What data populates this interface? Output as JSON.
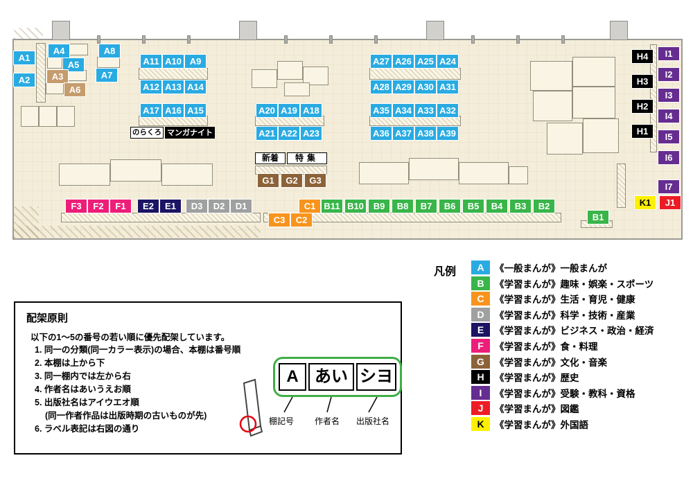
{
  "colors": {
    "a": {
      "bg": "#29abe2",
      "fg": "#ffffff"
    },
    "b": {
      "bg": "#39b54a",
      "fg": "#ffffff"
    },
    "c": {
      "bg": "#f7941d",
      "fg": "#ffffff"
    },
    "d": {
      "bg": "#9fa0a0",
      "fg": "#ffffff"
    },
    "e": {
      "bg": "#1b1464",
      "fg": "#ffffff"
    },
    "f": {
      "bg": "#ed1e79",
      "fg": "#ffffff"
    },
    "g": {
      "bg": "#8c6239",
      "fg": "#ffffff"
    },
    "h": {
      "bg": "#000000",
      "fg": "#ffffff"
    },
    "i": {
      "bg": "#662d91",
      "fg": "#ffffff"
    },
    "j": {
      "bg": "#ed1c24",
      "fg": "#ffffff"
    },
    "k": {
      "bg": "#fff000",
      "fg": "#000000"
    },
    "tan": {
      "bg": "#c69c6d",
      "fg": "#ffffff"
    }
  },
  "map": {
    "labels": [
      {
        "text": "A1",
        "color": "a"
      },
      {
        "text": "A2",
        "color": "a"
      },
      {
        "text": "A4",
        "color": "a"
      },
      {
        "text": "A5",
        "color": "a"
      },
      {
        "text": "A3",
        "color": "tan"
      },
      {
        "text": "A6",
        "color": "tan"
      },
      {
        "text": "A8",
        "color": "a"
      },
      {
        "text": "A7",
        "color": "a"
      },
      {
        "text": "A11",
        "color": "a"
      },
      {
        "text": "A10",
        "color": "a"
      },
      {
        "text": "A9",
        "color": "a"
      },
      {
        "text": "A12",
        "color": "a"
      },
      {
        "text": "A13",
        "color": "a"
      },
      {
        "text": "A14",
        "color": "a"
      },
      {
        "text": "A17",
        "color": "a"
      },
      {
        "text": "A16",
        "color": "a"
      },
      {
        "text": "A15",
        "color": "a"
      },
      {
        "text": "A20",
        "color": "a"
      },
      {
        "text": "A19",
        "color": "a"
      },
      {
        "text": "A18",
        "color": "a"
      },
      {
        "text": "A21",
        "color": "a"
      },
      {
        "text": "A22",
        "color": "a"
      },
      {
        "text": "A23",
        "color": "a"
      },
      {
        "text": "A27",
        "color": "a"
      },
      {
        "text": "A26",
        "color": "a"
      },
      {
        "text": "A25",
        "color": "a"
      },
      {
        "text": "A24",
        "color": "a"
      },
      {
        "text": "A28",
        "color": "a"
      },
      {
        "text": "A29",
        "color": "a"
      },
      {
        "text": "A30",
        "color": "a"
      },
      {
        "text": "A31",
        "color": "a"
      },
      {
        "text": "A35",
        "color": "a"
      },
      {
        "text": "A34",
        "color": "a"
      },
      {
        "text": "A33",
        "color": "a"
      },
      {
        "text": "A32",
        "color": "a"
      },
      {
        "text": "A36",
        "color": "a"
      },
      {
        "text": "A37",
        "color": "a"
      },
      {
        "text": "A38",
        "color": "a"
      },
      {
        "text": "A39",
        "color": "a"
      },
      {
        "text": "G1",
        "color": "g"
      },
      {
        "text": "G2",
        "color": "g"
      },
      {
        "text": "G3",
        "color": "g"
      },
      {
        "text": "F3",
        "color": "f"
      },
      {
        "text": "F2",
        "color": "f"
      },
      {
        "text": "F1",
        "color": "f"
      },
      {
        "text": "E2",
        "color": "e"
      },
      {
        "text": "E1",
        "color": "e"
      },
      {
        "text": "D3",
        "color": "d"
      },
      {
        "text": "D2",
        "color": "d"
      },
      {
        "text": "D1",
        "color": "d"
      },
      {
        "text": "C1",
        "color": "c"
      },
      {
        "text": "B11",
        "color": "b"
      },
      {
        "text": "B10",
        "color": "b"
      },
      {
        "text": "B9",
        "color": "b"
      },
      {
        "text": "B8",
        "color": "b"
      },
      {
        "text": "B7",
        "color": "b"
      },
      {
        "text": "B6",
        "color": "b"
      },
      {
        "text": "B5",
        "color": "b"
      },
      {
        "text": "B4",
        "color": "b"
      },
      {
        "text": "B3",
        "color": "b"
      },
      {
        "text": "B2",
        "color": "b"
      },
      {
        "text": "C3",
        "color": "c"
      },
      {
        "text": "C2",
        "color": "c"
      },
      {
        "text": "B1",
        "color": "b"
      },
      {
        "text": "H4",
        "color": "h"
      },
      {
        "text": "H3",
        "color": "h"
      },
      {
        "text": "H2",
        "color": "h"
      },
      {
        "text": "H1",
        "color": "h"
      },
      {
        "text": "I1",
        "color": "i"
      },
      {
        "text": "I2",
        "color": "i"
      },
      {
        "text": "I3",
        "color": "i"
      },
      {
        "text": "I4",
        "color": "i"
      },
      {
        "text": "I5",
        "color": "i"
      },
      {
        "text": "I6",
        "color": "i"
      },
      {
        "text": "I7",
        "color": "i"
      },
      {
        "text": "K1",
        "color": "k"
      },
      {
        "text": "J1",
        "color": "j"
      }
    ],
    "notes": {
      "norakuro": "のらくろ",
      "manga_night": "マンガナイト",
      "new_arrivals": "新着",
      "feature": "特集"
    }
  },
  "principles": {
    "title": "配架原則",
    "intro": "以下の1〜5の番号の若い順に優先配架しています。",
    "items": [
      "1. 同一の分類(同一カラー表示)の場合、本棚は番号順",
      "2. 本棚は上から下",
      "3. 同一棚内では左から右",
      "4. 作者名はあいうえお順",
      "5. 出版社名はアイウエオ順",
      "(同一作者作品は出版時期の古いものが先)",
      "6. ラベル表記は右図の通り"
    ],
    "spine": {
      "shelf_code": "A",
      "author": "あい",
      "publisher": "シヨ",
      "labels": [
        "棚記号",
        "作者名",
        "出版社名"
      ]
    }
  },
  "legend": {
    "title": "凡例",
    "items": [
      {
        "letter": "A",
        "color": "a",
        "label": "《一般まんが》一般まんが"
      },
      {
        "letter": "B",
        "color": "b",
        "label": "《学習まんが》趣味・娯楽・スポーツ"
      },
      {
        "letter": "C",
        "color": "c",
        "label": "《学習まんが》生活・育児・健康"
      },
      {
        "letter": "D",
        "color": "d",
        "label": "《学習まんが》科学・技術・産業"
      },
      {
        "letter": "E",
        "color": "e",
        "label": "《学習まんが》ビジネス・政治・経済"
      },
      {
        "letter": "F",
        "color": "f",
        "label": "《学習まんが》食・料理"
      },
      {
        "letter": "G",
        "color": "g",
        "label": "《学習まんが》文化・音楽"
      },
      {
        "letter": "H",
        "color": "h",
        "label": "《学習まんが》歴史"
      },
      {
        "letter": "I",
        "color": "i",
        "label": "《学習まんが》受験・教科・資格"
      },
      {
        "letter": "J",
        "color": "j",
        "label": "《学習まんが》図鑑"
      },
      {
        "letter": "K",
        "color": "k",
        "label": "《学習まんが》外国語"
      }
    ]
  }
}
